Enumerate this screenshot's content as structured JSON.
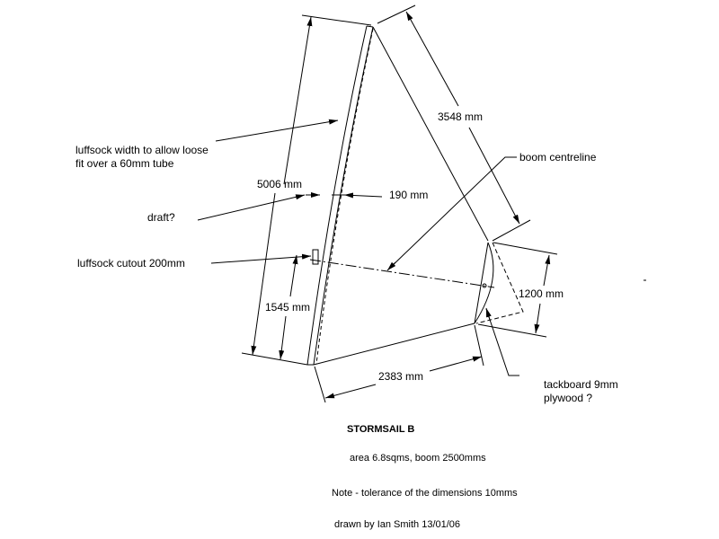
{
  "labels": {
    "luffsock_width": [
      "luffsock width to allow loose",
      "fit over a 60mm tube"
    ],
    "draft": "draft?",
    "luffsock_cutout": "luffsock cutout 200mm",
    "boom_centreline": "boom centreline",
    "tackboard": [
      "tackboard 9mm",
      "plywood ?"
    ]
  },
  "dimensions": {
    "luff": "5006 mm",
    "leech": "3548 mm",
    "draft_depth": "190 mm",
    "cutout_height": "1545 mm",
    "tackboard_height": "1200 mm",
    "foot": "2383 mm"
  },
  "notes": {
    "title": "STORMSAIL B",
    "area": "area 6.8sqms, boom 2500mms",
    "tolerance": "Note - tolerance of the dimensions 10mms",
    "author": "drawn by Ian Smith 13/01/06"
  }
}
